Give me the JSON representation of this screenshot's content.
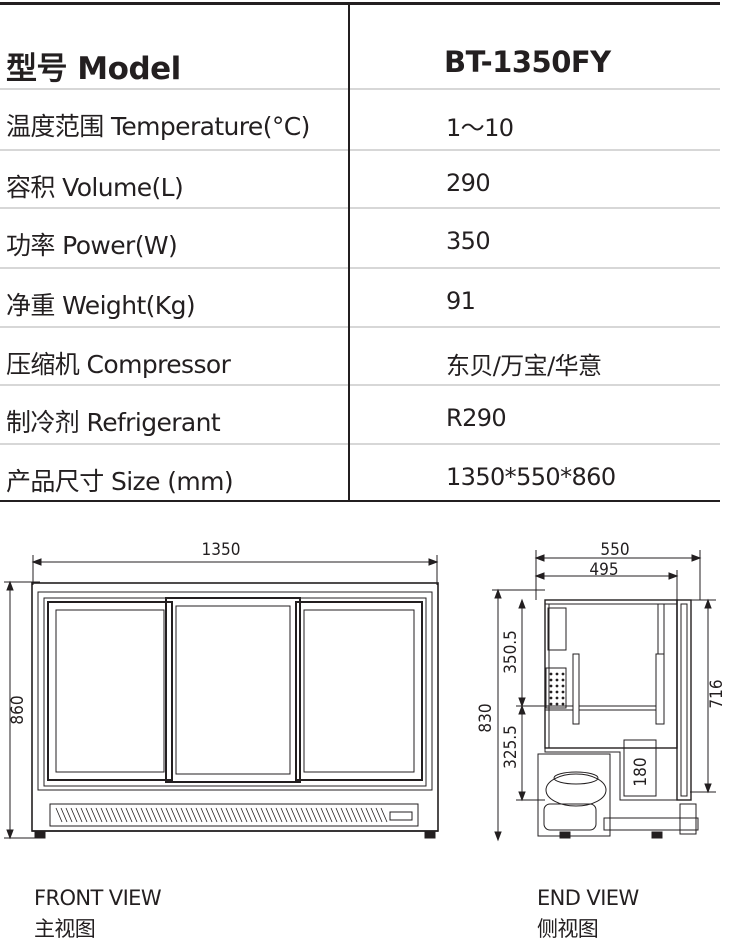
{
  "spec": {
    "header": {
      "label": "型号 Model",
      "value": "BT-1350FY"
    },
    "rows": [
      {
        "label": "温度范围 Temperature(°C)",
        "value": "1～10"
      },
      {
        "label": "容积 Volume(L)",
        "value": "290"
      },
      {
        "label": "功率 Power(W)",
        "value": "350"
      },
      {
        "label": "净重 Weight(Kg)",
        "value": "91"
      },
      {
        "label": "压缩机 Compressor",
        "value": "东贝/万宝/华意"
      },
      {
        "label": "制冷剂 Refrigerant",
        "value": "R290"
      },
      {
        "label": "产品尺寸 Size (mm)",
        "value": "1350*550*860"
      }
    ]
  },
  "front_view": {
    "width_dim": "1350",
    "height_dim": "860",
    "caption_en": "FRONT VIEW",
    "caption_zh": "主视图"
  },
  "end_view": {
    "depth_dim": "550",
    "inner_depth_dim": "495",
    "height_dim": "830",
    "upper_dim": "350.5",
    "lower_dim": "325.5",
    "door_height_dim": "716",
    "step_dim": "180",
    "caption_en": "END VIEW",
    "caption_zh": "侧视图"
  }
}
